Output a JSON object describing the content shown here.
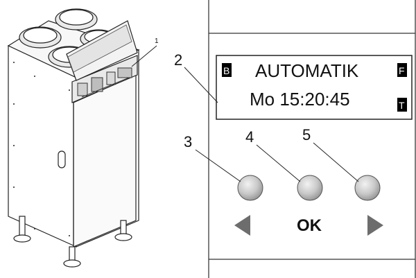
{
  "device_callout": "1",
  "panel_callouts": {
    "display": "2",
    "left_button": "3",
    "ok_button": "4",
    "right_button": "5"
  },
  "display": {
    "line1": "AUTOMATIK",
    "line2": "Mo 15:20:45",
    "indicator_left": "B",
    "indicator_top_right": "F",
    "indicator_bottom_right": "T"
  },
  "buttons": {
    "ok_label": "OK"
  },
  "icons": {
    "left": "triangle-left-icon",
    "right": "triangle-right-icon"
  },
  "colors": {
    "button": "#c9c9c9",
    "arrow": "#6d6d6d",
    "lcd_indicator": "#000000"
  }
}
